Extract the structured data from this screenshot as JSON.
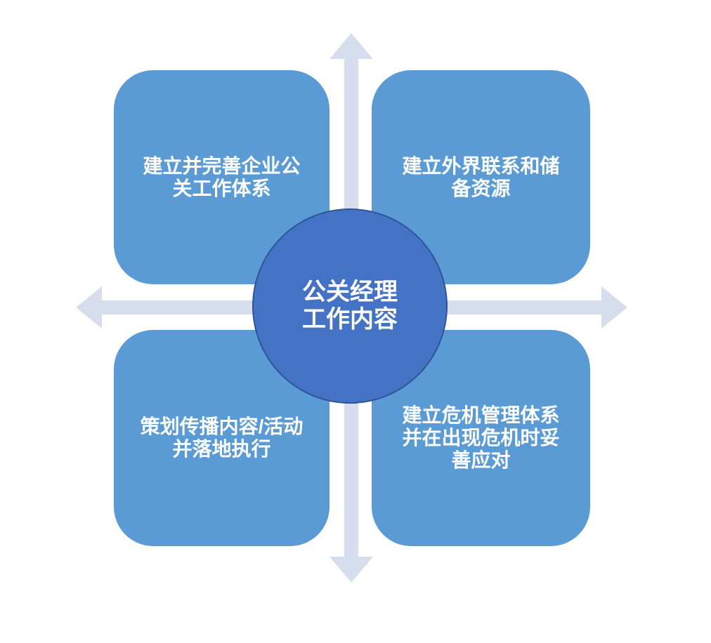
{
  "colors": {
    "background": "#FFFFFF",
    "quadrant_fill": "#5B9BD5",
    "center_fill": "#4472C4",
    "center_border": "#2F5597",
    "arrow_fill": "#D6DEED",
    "text_color": "#FFFFFF"
  },
  "center": {
    "text": "公关经理\n工作内容"
  },
  "quadrants": [
    {
      "position": "top-left",
      "text": "建立并完善企业公\n关工作体系"
    },
    {
      "position": "top-right",
      "text": "建立外界联系和储\n备资源"
    },
    {
      "position": "bottom-left",
      "text": "策划传播内容/活动\n并落地执行"
    },
    {
      "position": "bottom-right",
      "text": "建立危机管理体系\n并在出现危机时妥\n善应对"
    }
  ],
  "icons": {
    "horizontal_axis": "double-headed-arrow-horizontal",
    "vertical_axis": "double-headed-arrow-vertical"
  }
}
